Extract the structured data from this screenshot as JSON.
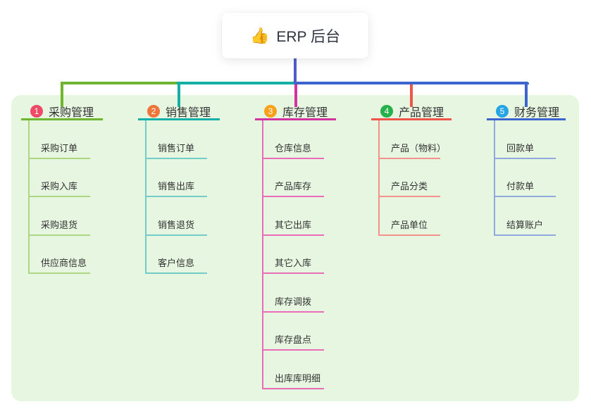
{
  "root": {
    "label": "ERP 后台",
    "icon": "👍",
    "icon_name": "thumbs-up-icon"
  },
  "colors": {
    "panel_bg": "#e7f6e1",
    "root_stem": "#4f5bc9",
    "card_bg": "#ffffff",
    "text": "#333333"
  },
  "branches": [
    {
      "badge": "1",
      "badge_color": "#ee4a67",
      "line_color": "#6fb52f",
      "child_line_color": "#aed584",
      "label": "采购管理",
      "children": [
        "采购订单",
        "采购入库",
        "采购退货",
        "供应商信息"
      ]
    },
    {
      "badge": "2",
      "badge_color": "#f0753a",
      "line_color": "#14b0a8",
      "child_line_color": "#74ccc6",
      "label": "销售管理",
      "children": [
        "销售订单",
        "销售出库",
        "销售退货",
        "客户信息"
      ]
    },
    {
      "badge": "3",
      "badge_color": "#f9a11b",
      "line_color": "#d2339f",
      "child_line_color": "#ea6cb6",
      "label": "库存管理",
      "children": [
        "仓库信息",
        "产品库存",
        "其它出库",
        "其它入库",
        "库存调拨",
        "库存盘点",
        "出库库明细"
      ]
    },
    {
      "badge": "4",
      "badge_color": "#27b14c",
      "line_color": "#ee564c",
      "child_line_color": "#f2928b",
      "label": "产品管理",
      "children": [
        "产品（物料）",
        "产品分类",
        "产品单位"
      ]
    },
    {
      "badge": "5",
      "badge_color": "#26a5e5",
      "line_color": "#3d63cc",
      "child_line_color": "#90a8dc",
      "label": "财务管理",
      "children": [
        "回款单",
        "付款单",
        "结算账户"
      ]
    }
  ]
}
